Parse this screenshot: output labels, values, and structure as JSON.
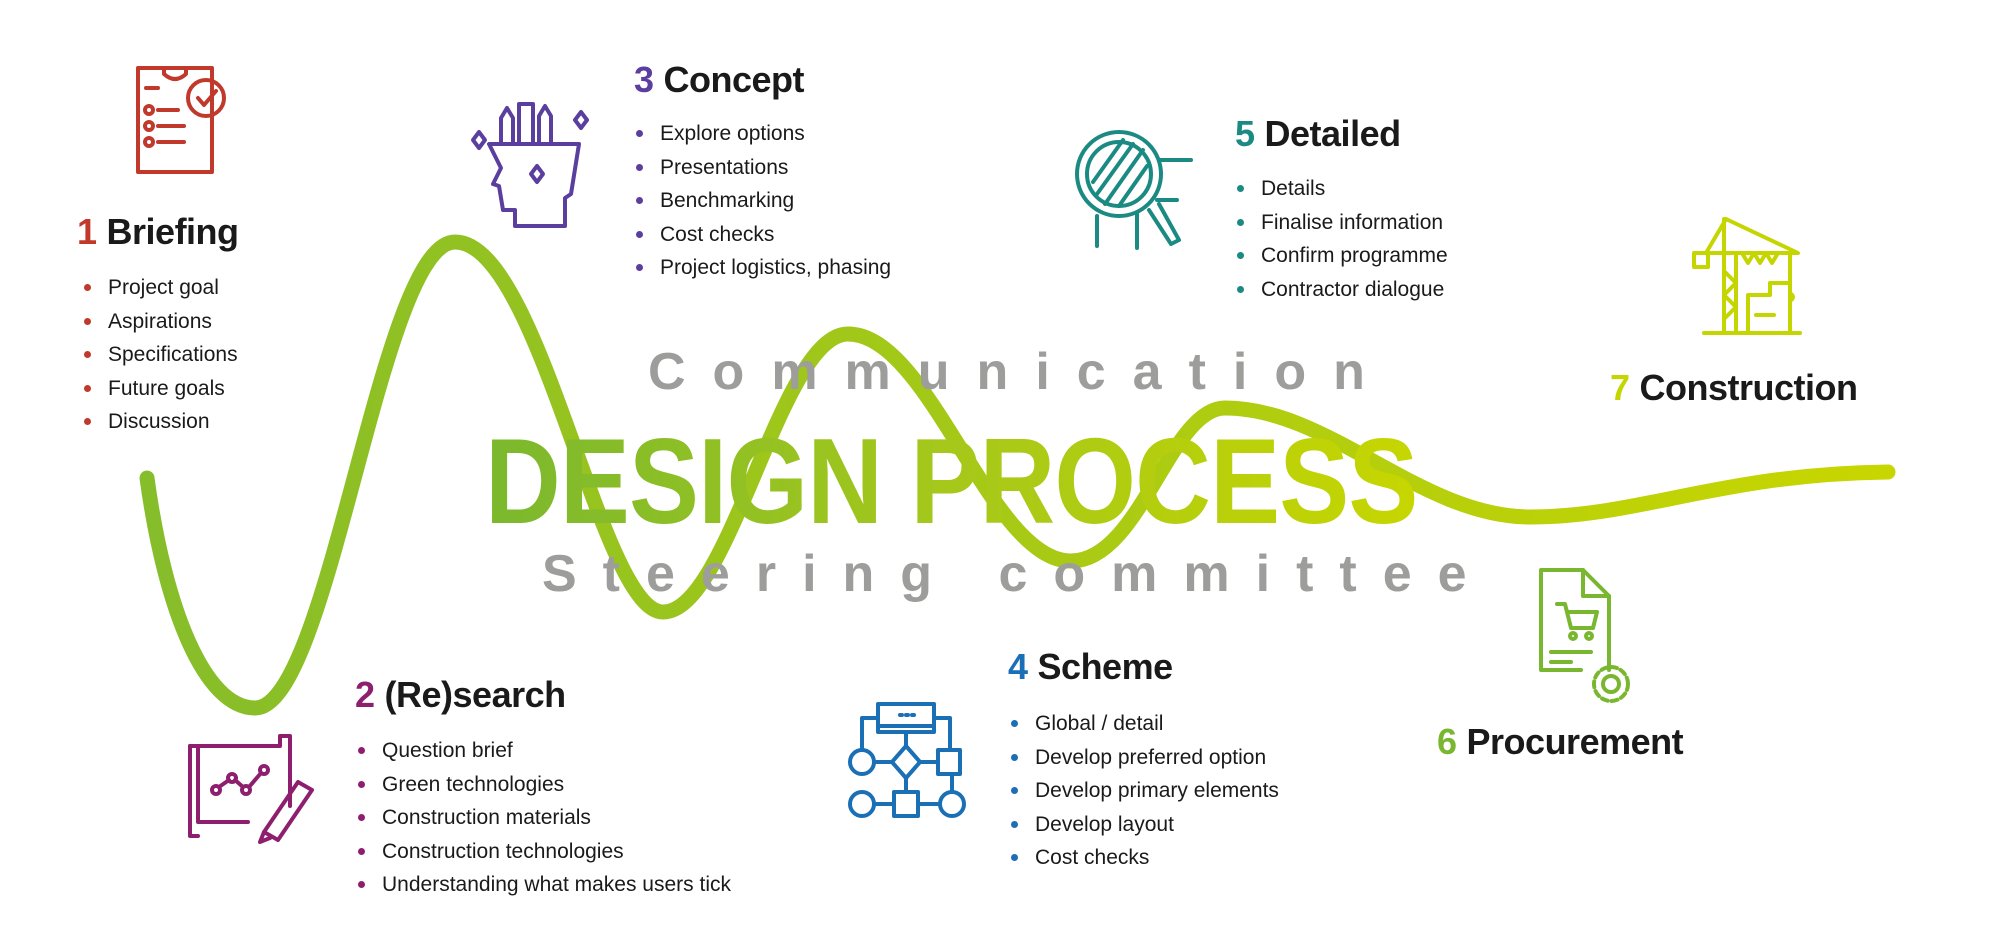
{
  "colors": {
    "briefing": "#c0392b",
    "research": "#8e1f6e",
    "concept": "#5b3f9e",
    "scheme": "#1a6fb5",
    "detailed": "#1b8a82",
    "procurement": "#7ab730",
    "construction": "#c5d500",
    "wave_start": "#86bd2a",
    "wave_end": "#c8d600",
    "gray_text": "#9d9d9c"
  },
  "center": {
    "top_word": "Communication",
    "title": "DESIGN PROCESS",
    "bottom_word": "Steering committee"
  },
  "stages": {
    "briefing": {
      "icon": "clipboard-check-icon",
      "num": "1",
      "title": "Briefing",
      "items": [
        "Project goal",
        "Aspirations",
        "Specifications",
        "Future goals",
        "Discussion"
      ]
    },
    "research": {
      "icon": "blueprint-pencil-icon",
      "num": "2",
      "title": "(Re)search",
      "items": [
        "Question brief",
        "Green technologies",
        "Construction materials",
        "Construction technologies",
        "Understanding what makes users tick"
      ]
    },
    "concept": {
      "icon": "head-ideas-icon",
      "num": "3",
      "title": "Concept",
      "items": [
        "Explore options",
        "Presentations",
        "Benchmarking",
        "Cost checks",
        "Project logistics, phasing"
      ]
    },
    "scheme": {
      "icon": "flowchart-icon",
      "num": "4",
      "title": "Scheme",
      "items": [
        "Global / detail",
        "Develop preferred option",
        "Develop primary elements",
        "Develop layout",
        "Cost checks"
      ]
    },
    "detailed": {
      "icon": "magnifier-icon",
      "num": "5",
      "title": "Detailed",
      "items": [
        "Details",
        "Finalise information",
        "Confirm programme",
        "Contractor dialogue"
      ]
    },
    "procurement": {
      "icon": "document-cart-gear-icon",
      "num": "6",
      "title": "Procurement"
    },
    "construction": {
      "icon": "crane-icon",
      "num": "7",
      "title": "Construction"
    }
  }
}
